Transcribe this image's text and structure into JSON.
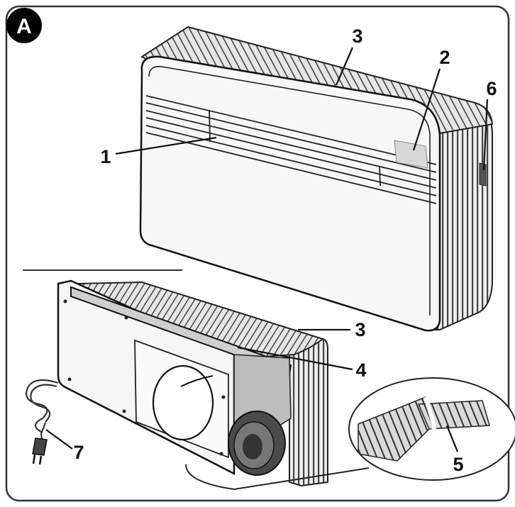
{
  "figure": {
    "badge": "A",
    "callouts": [
      {
        "id": "1",
        "label": "1"
      },
      {
        "id": "2",
        "label": "2"
      },
      {
        "id": "3a",
        "label": "3"
      },
      {
        "id": "6",
        "label": "6"
      },
      {
        "id": "3b",
        "label": "3"
      },
      {
        "id": "4",
        "label": "4"
      },
      {
        "id": "5",
        "label": "5"
      },
      {
        "id": "7",
        "label": "7"
      }
    ]
  },
  "colors": {
    "line": "#111111",
    "fill_light": "#f4f4f4",
    "fill_mid": "#d8d8d8",
    "fill_dark": "#5a5a5a",
    "badge": "#000000"
  }
}
